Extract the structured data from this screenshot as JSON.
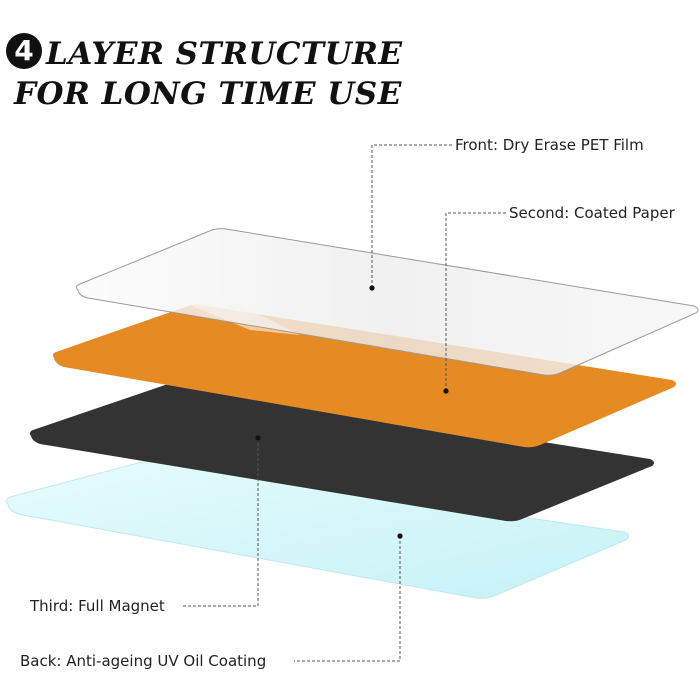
{
  "header": {
    "badge_number": "4",
    "title_line_1": "LAYER STRUCTURE",
    "title_line_2": "FOR LONG TIME USE"
  },
  "layers": [
    {
      "label": "Front: Dry Erase PET Film",
      "color": "#f2f2f2"
    },
    {
      "label": "Second: Coated Paper",
      "color": "#e68a24"
    },
    {
      "label": "Third: Full Magnet",
      "color": "#333333"
    },
    {
      "label": "Back: Anti-ageing UV Oil Coating",
      "color": "#dff8fb"
    }
  ]
}
